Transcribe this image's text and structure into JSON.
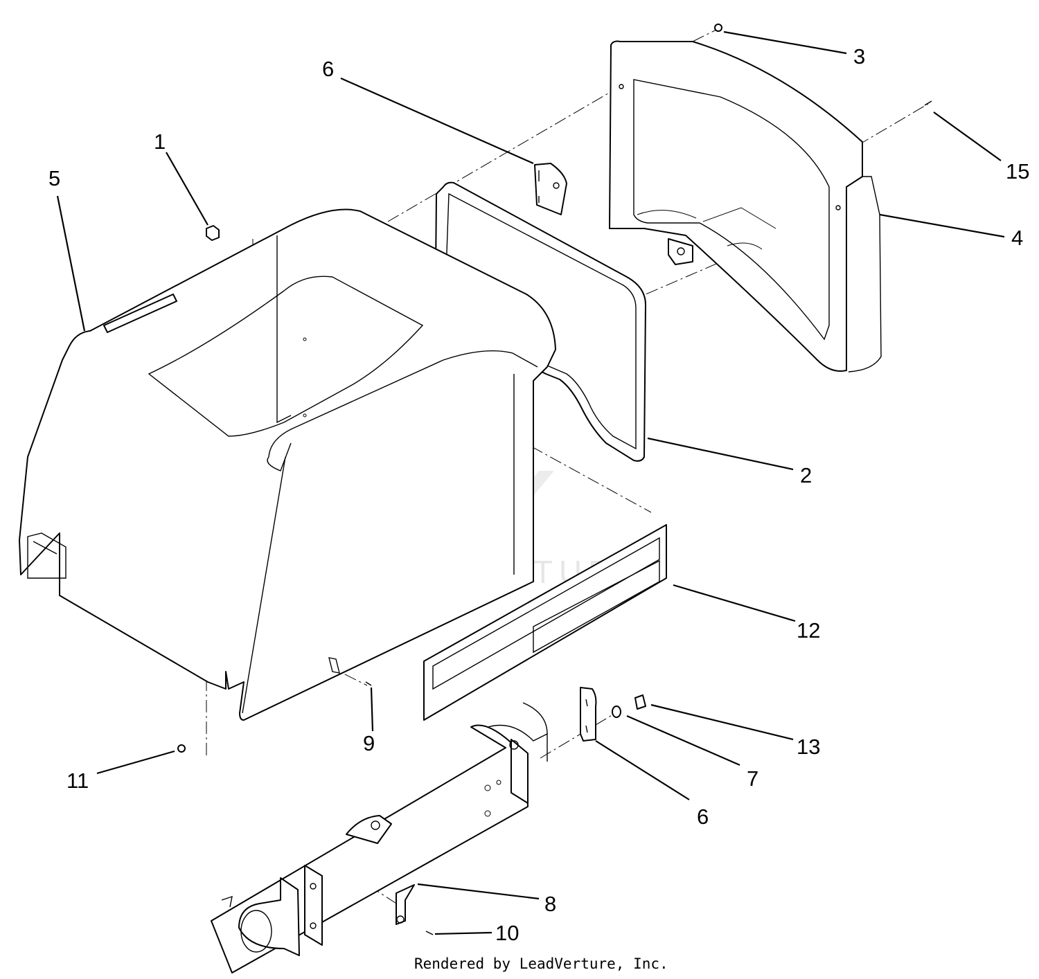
{
  "watermark": "LEADVENTURE",
  "footer": "Rendered by LeadVerture, Inc.",
  "callouts": [
    "1",
    "2",
    "3",
    "4",
    "5",
    "6",
    "6",
    "7",
    "8",
    "9",
    "10",
    "11",
    "12",
    "13",
    "15"
  ]
}
